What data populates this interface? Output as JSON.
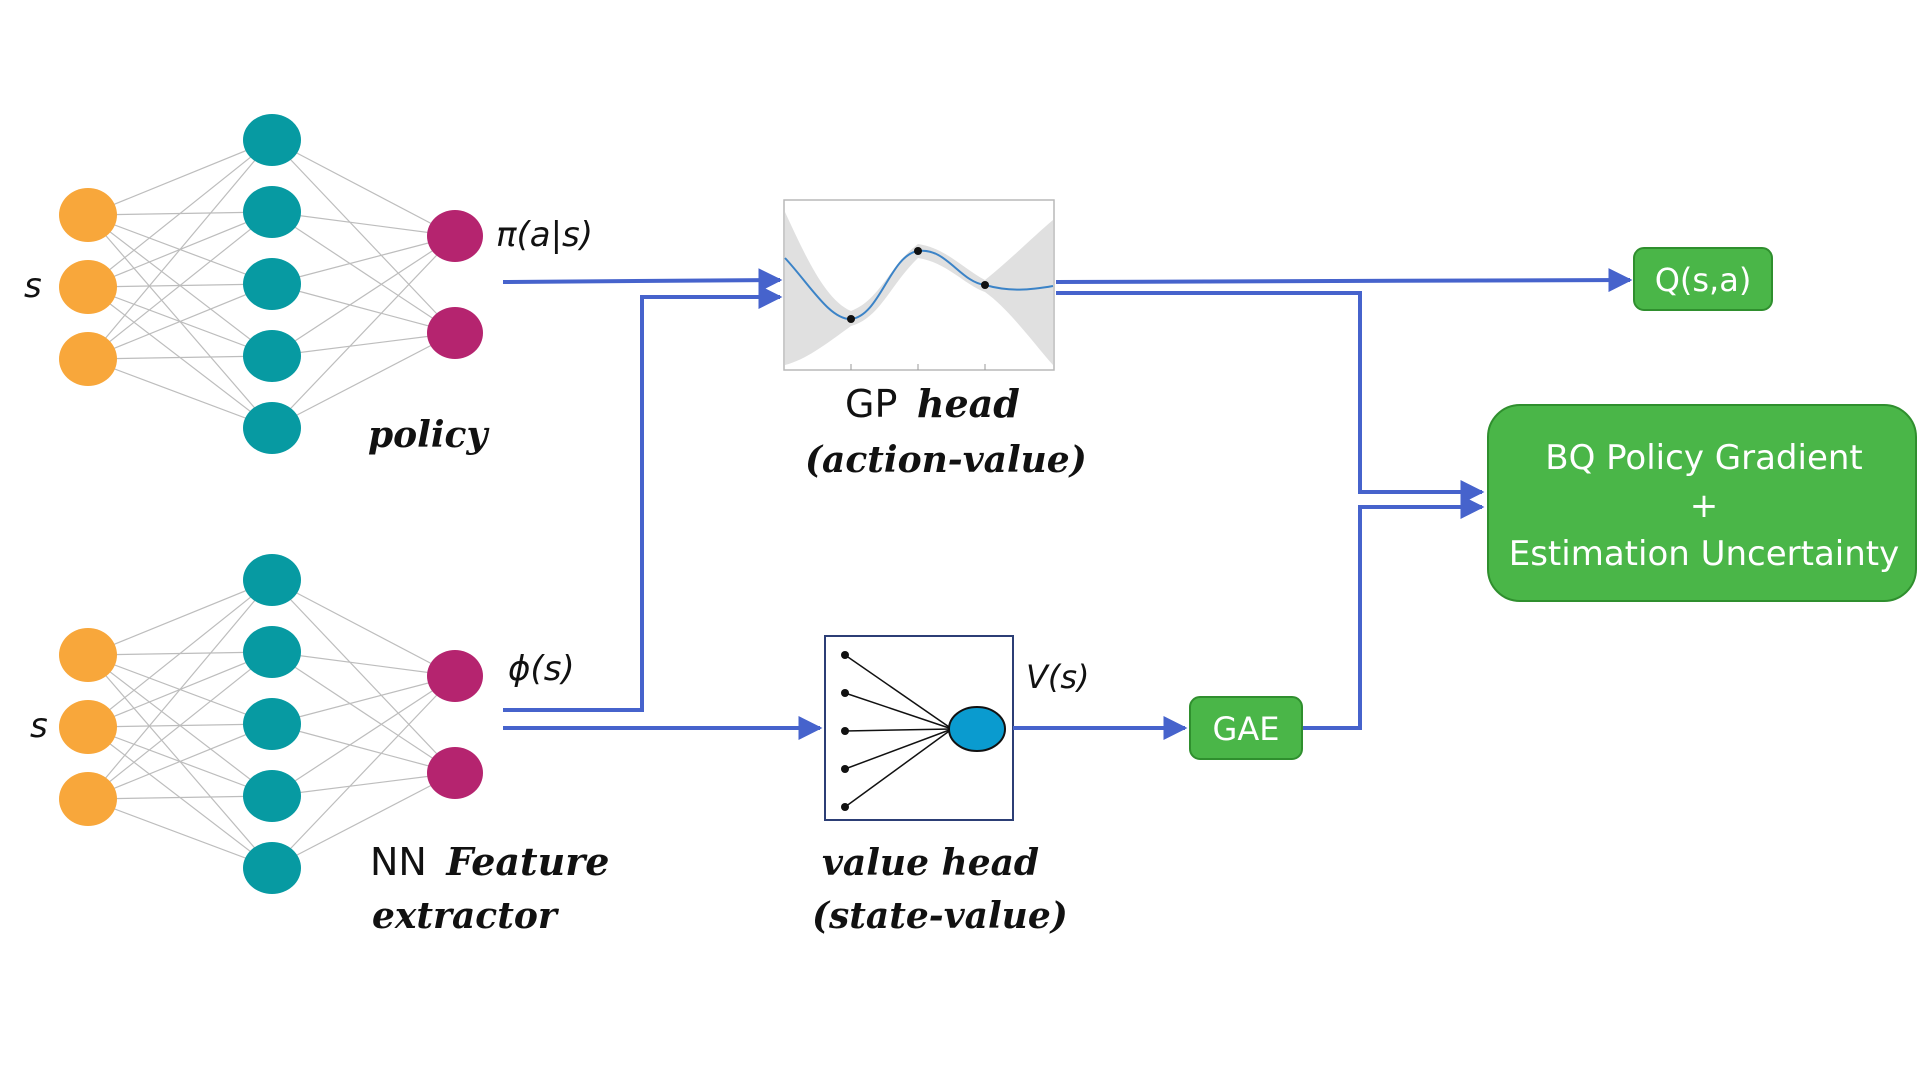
{
  "colors": {
    "input_node": "#f8a73b",
    "hidden_node": "#079aa2",
    "output_node": "#b5246f",
    "arrow": "#4663cc",
    "green_box": "#4ab648",
    "green_box_border": "#2f8f2e",
    "value_node": "#0a9bcf",
    "gp_band": "#e0e0e0",
    "gp_curve": "#3b83c7"
  },
  "policy_net": {
    "input_label": "s",
    "output_label": "π(a|s)",
    "name": "policy"
  },
  "feature_net": {
    "input_label": "s",
    "output_label": "ϕ(s)",
    "name_line1_plain": "NN",
    "name_line1_script": "Feature",
    "name_line2": "extractor"
  },
  "gp_head": {
    "line1_plain": "GP",
    "line1_script": "head",
    "line2": "(action-value)"
  },
  "value_head": {
    "line1": "value head",
    "line2": "(state-value)",
    "output_label": "V(s)"
  },
  "boxes": {
    "gae": "GAE",
    "q": "Q(s,a)",
    "bq_line1": "BQ Policy Gradient",
    "bq_line2": "+",
    "bq_line3": "Estimation Uncertainty"
  }
}
